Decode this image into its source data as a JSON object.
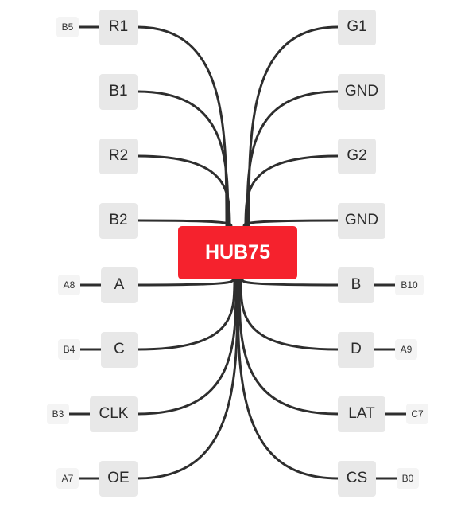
{
  "hub": {
    "label": "HUB75",
    "color": "#f5222d"
  },
  "line_color": "#2e2e2e",
  "left_pins": [
    {
      "label": "R1",
      "tag": "B5"
    },
    {
      "label": "B1",
      "tag": ""
    },
    {
      "label": "R2",
      "tag": ""
    },
    {
      "label": "B2",
      "tag": ""
    },
    {
      "label": "A",
      "tag": "A8"
    },
    {
      "label": "C",
      "tag": "B4"
    },
    {
      "label": "CLK",
      "tag": "B3"
    },
    {
      "label": "OE",
      "tag": "A7"
    }
  ],
  "right_pins": [
    {
      "label": "G1",
      "tag": ""
    },
    {
      "label": "GND",
      "tag": ""
    },
    {
      "label": "G2",
      "tag": ""
    },
    {
      "label": "GND",
      "tag": ""
    },
    {
      "label": "B",
      "tag": "B10"
    },
    {
      "label": "D",
      "tag": "A9"
    },
    {
      "label": "LAT",
      "tag": "C7"
    },
    {
      "label": "CS",
      "tag": "B0"
    }
  ]
}
